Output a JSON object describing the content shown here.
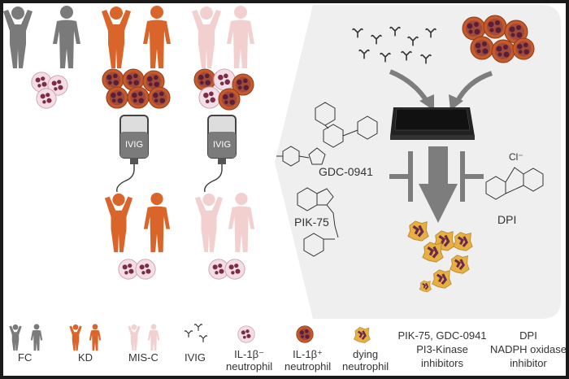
{
  "colors": {
    "fc": "#7a7a7a",
    "kd": "#d9652a",
    "misc": "#f2d0d0",
    "panel": "#eeefee",
    "arrow": "#7d7d7d",
    "frame": "#1a1a1a"
  },
  "iv_bag_label": "IVIG",
  "compounds": {
    "gdc": "GDC-0941",
    "pik": "PIK-75",
    "dpi": "DPI",
    "chloride": "Cl⁻"
  },
  "legend": [
    {
      "icon": "fc-people-icon",
      "label": "FC"
    },
    {
      "icon": "kd-people-icon",
      "label": "KD"
    },
    {
      "icon": "misc-people-icon",
      "label": "MIS-C"
    },
    {
      "icon": "antibody-icon",
      "label": "IVIG"
    },
    {
      "icon": "il1b-negative-neutrophil-icon",
      "label": "IL-1β⁻",
      "label2": "neutrophil"
    },
    {
      "icon": "il1b-positive-neutrophil-icon",
      "label": "IL-1β⁺",
      "label2": "neutrophil"
    },
    {
      "icon": "dying-neutrophil-icon",
      "label": "dying",
      "label2": "neutrophil"
    },
    {
      "label": "PIK-75, GDC-0941",
      "label2": "PI3-Kinase",
      "label3": "inhibitors"
    },
    {
      "label": "DPI",
      "label2": "NADPH oxidase",
      "label3": "inhibitor"
    }
  ]
}
